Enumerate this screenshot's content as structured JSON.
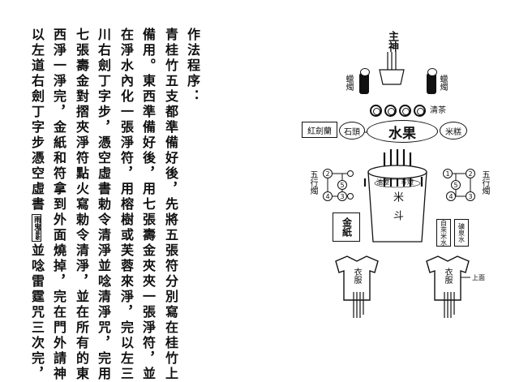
{
  "text_columns": [
    "作法程序：",
    "青桂竹五支都準備好後，先將五張符分別寫在桂竹上",
    "備用。東西準備好後，用七張壽金夾夾一張淨符，並",
    "在淨水內化一張淨符，用榕樹或芙蓉來淨，完以左三",
    "川右劍丁字步，憑空虛書勅令清淨並唸清淨咒，完用",
    "七張壽金對摺夾淨符點火寫勅令清淨，並在所有的東",
    "西淨一淨完，金紙和符拿到外面燒掉，完在門外請神"
  ],
  "last_column": {
    "before": "以左道右劍丁字步憑空虛書",
    "talisman": "雨鬼",
    "talisman_inner": "慕歌",
    "after": "並唸雷霆咒三次完，"
  },
  "diagram": {
    "main_god": "主神",
    "candle_left": "蠟燭",
    "candle_right": "蠟燭",
    "tea": "清茶",
    "fruit": "水果",
    "red_sword_orchid": "紅劍蘭",
    "stone": "石頭",
    "rice_cake": "米糕",
    "five_candles_left": "五行燭",
    "five_candles_right": "五行燭",
    "oil_lamp": "油燈",
    "bucket_lamp": "斗燈",
    "rice_bucket": "米斗",
    "gold_paper": "金紙",
    "self_rice_water": "自來米水",
    "spring_water": "礦泉水",
    "clothes_left": "衣服",
    "clothes_right": "衣服",
    "on_top": "上面",
    "nums_left": [
      "2",
      "1",
      "5",
      "3",
      "4"
    ],
    "nums_right": [
      "1",
      "2",
      "5",
      "4",
      "3"
    ]
  }
}
